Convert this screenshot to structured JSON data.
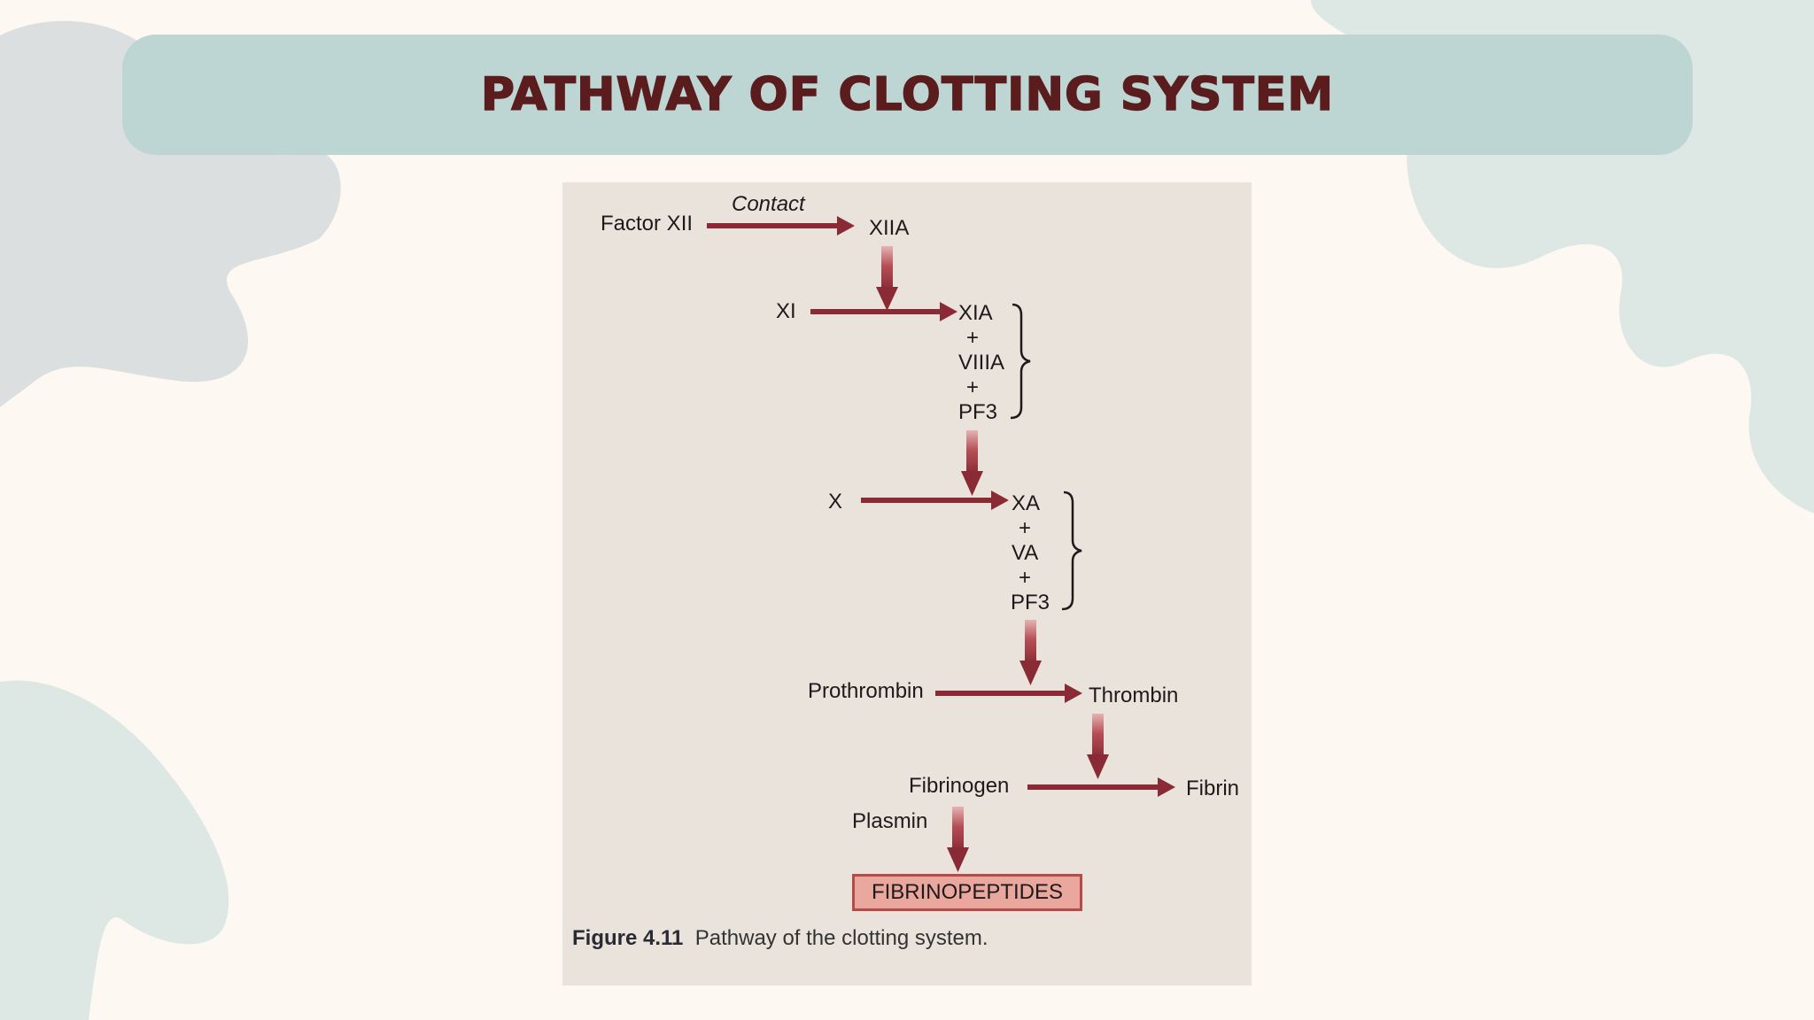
{
  "slide": {
    "title": "PATHWAY OF CLOTTING SYSTEM",
    "colors": {
      "banner": "#bed6d3",
      "title": "#5a1c1c",
      "background": "#fdf9f2",
      "arrow": "#8a2a35",
      "result_box": "#e9a79d"
    }
  },
  "diagram": {
    "contact_label": "Contact",
    "nodes": {
      "factor_xii": "Factor XII",
      "xiia": "XIIA",
      "xi": "XI",
      "xia": "XIA",
      "plus1": "+",
      "viiia": "VIIIA",
      "plus2": "+",
      "pf3_a": "PF3",
      "x": "X",
      "xa": "XA",
      "plus3": "+",
      "va": "VA",
      "plus4": "+",
      "pf3_b": "PF3",
      "prothrombin": "Prothrombin",
      "thrombin": "Thrombin",
      "fibrinogen": "Fibrinogen",
      "fibrin": "Fibrin",
      "plasmin": "Plasmin",
      "fibrinopeptides": "FIBRINOPEPTIDES"
    },
    "caption": {
      "label": "Figure 4.11",
      "text": "Pathway of the clotting system."
    }
  }
}
